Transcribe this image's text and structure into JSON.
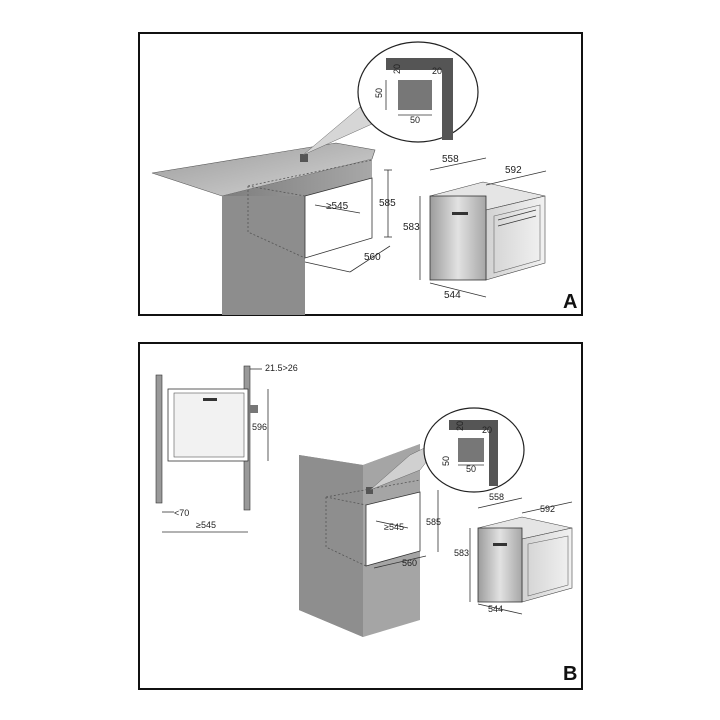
{
  "panels": {
    "a": {
      "letter": "A",
      "callout": {
        "top": "20",
        "right": "20",
        "side": "50",
        "bottom": "50"
      },
      "niche": {
        "height": "585",
        "width": "≥545",
        "depth": "560"
      },
      "oven": {
        "depth": "558",
        "width": "592",
        "height": "583",
        "front": "544"
      }
    },
    "b": {
      "letter": "B",
      "side_view": {
        "top": "21.5>26",
        "height": "596",
        "gap": "<70",
        "depth": "≥545"
      },
      "callout": {
        "top": "20",
        "right": "20",
        "side": "50",
        "bottom": "50"
      },
      "niche": {
        "height": "585",
        "width": "≥545",
        "depth": "560"
      },
      "oven": {
        "depth": "558",
        "width": "592",
        "height": "583",
        "front": "544"
      }
    }
  },
  "colors": {
    "surface_dark": "#8a8a8a",
    "surface_light": "#c8c8c8",
    "metal": "#bdbdbd",
    "line": "#333333"
  }
}
